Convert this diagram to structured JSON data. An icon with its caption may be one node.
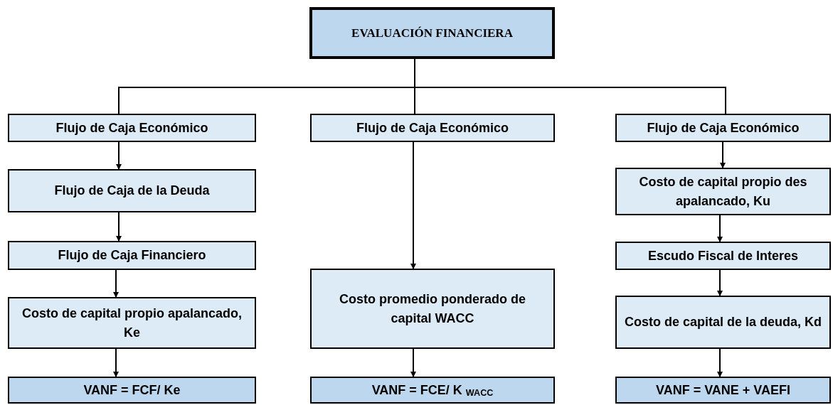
{
  "diagram": {
    "nodes": [
      {
        "text": [
          "EVALUACIÓN FINANCIERA"
        ]
      },
      {
        "text": [
          "Flujo de Caja Económico"
        ]
      },
      {
        "text": [
          "Flujo de Caja de la Deuda"
        ]
      },
      {
        "text": [
          "Flujo de Caja Financiero"
        ]
      },
      {
        "text": [
          "Costo de capital propio apalancado, Ke"
        ]
      },
      {
        "text": [
          "VANF = FCF/ Ke"
        ]
      },
      {
        "text": [
          "Flujo de Caja Económico"
        ]
      },
      {
        "text": [
          "Costo promedio ponderado de capital WACC"
        ]
      },
      {
        "text": [
          "VANF = FCE/ K $_{WACC}$"
        ]
      },
      {
        "text": [
          "Flujo de Caja Económico"
        ]
      },
      {
        "text": [
          "Costo de capital propio des apalancado, Ku"
        ]
      },
      {
        "text": [
          "Escudo Fiscal de Interes"
        ]
      },
      {
        "text": [
          "Costo de capital de la deuda, Kd"
        ]
      },
      {
        "text": [
          "VANF = VANE + VAEFI"
        ]
      }
    ],
    "edges": [
      {
        "from": 0,
        "to": 1,
        "arrow": "none"
      },
      {
        "from": 0,
        "to": 6,
        "arrow": "none"
      },
      {
        "from": 0,
        "to": 9,
        "arrow": "none"
      },
      {
        "from": 1,
        "to": 2,
        "arrow": "to"
      },
      {
        "from": 2,
        "to": 3,
        "arrow": "to"
      },
      {
        "from": 3,
        "to": 4,
        "arrow": "to"
      },
      {
        "from": 4,
        "to": 5,
        "arrow": "to"
      },
      {
        "from": 6,
        "to": 7,
        "arrow": "to"
      },
      {
        "from": 7,
        "to": 8,
        "arrow": "to"
      },
      {
        "from": 9,
        "to": 10,
        "arrow": "to"
      },
      {
        "from": 10,
        "to": 11,
        "arrow": "to"
      },
      {
        "from": 11,
        "to": 12,
        "arrow": "to"
      },
      {
        "from": 12,
        "to": 13,
        "arrow": "to"
      }
    ]
  }
}
